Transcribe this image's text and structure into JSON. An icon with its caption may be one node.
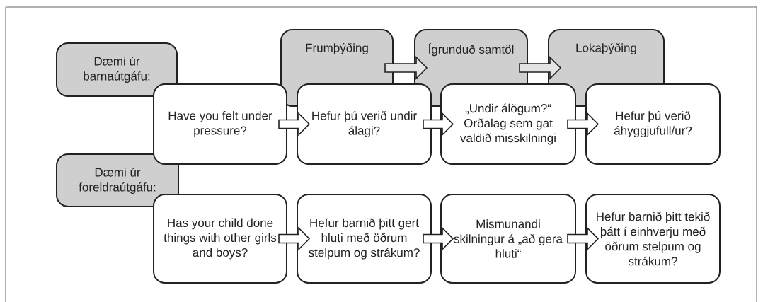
{
  "diagram": {
    "nodes": [
      {
        "text": [
          "Dæmi úr barnaútgáfu:"
        ]
      },
      {
        "text": [
          "Frumþýðing"
        ]
      },
      {
        "text": [
          "Ígrunduð samtöl"
        ]
      },
      {
        "text": [
          "Lokaþýðing"
        ]
      },
      {
        "text": [
          "Have you felt under pressure?"
        ]
      },
      {
        "text": [
          "Hefur þú verið undir álagi?"
        ]
      },
      {
        "text": [
          "„Undir álögum?“ Orðalag sem gat valdið misskilningi"
        ]
      },
      {
        "text": [
          "Hefur þú verið áhyggjufull/ur?"
        ]
      },
      {
        "text": [
          "Dæmi úr foreldraútgáfu:"
        ]
      },
      {
        "text": [
          "Has your child done things with other girls and boys?"
        ]
      },
      {
        "text": [
          "Hefur barnið þitt gert hluti með öðrum stelpum og strákum?"
        ]
      },
      {
        "text": [
          "Mismunandi skilningur á „að gera hluti“"
        ]
      },
      {
        "text": [
          "Hefur barnið þitt tekið þátt í einhverju með öðrum stelpum og strákum?"
        ]
      }
    ],
    "edges": [
      {
        "from": 1,
        "to": 2,
        "arrow": "to"
      },
      {
        "from": 2,
        "to": 3,
        "arrow": "to"
      },
      {
        "from": 4,
        "to": 5,
        "arrow": "to"
      },
      {
        "from": 5,
        "to": 6,
        "arrow": "to"
      },
      {
        "from": 6,
        "to": 7,
        "arrow": "to"
      },
      {
        "from": 9,
        "to": 10,
        "arrow": "to"
      },
      {
        "from": 10,
        "to": 11,
        "arrow": "to"
      },
      {
        "from": 11,
        "to": 12,
        "arrow": "to"
      }
    ]
  }
}
